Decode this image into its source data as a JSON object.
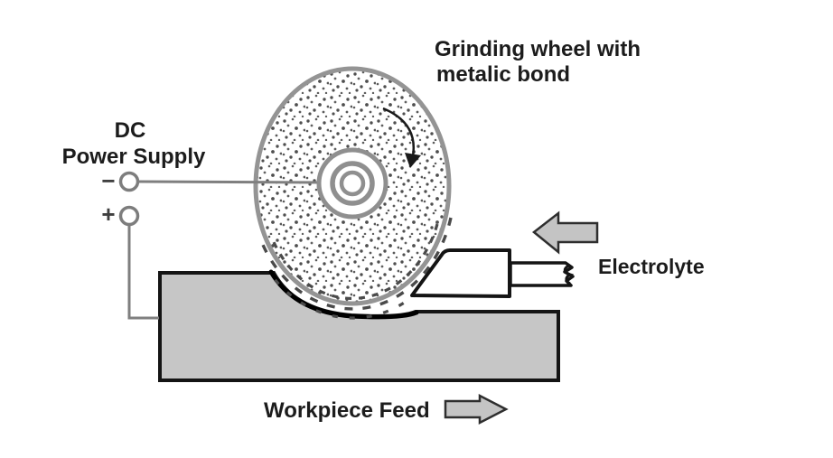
{
  "diagram": {
    "labels": {
      "wheel_line1": "Grinding wheel with",
      "wheel_line2": "metalic bond",
      "dc": "DC",
      "power_supply": "Power Supply",
      "minus_terminal": "−",
      "plus_terminal": "+",
      "electrolyte": "Electrolyte",
      "workpiece_feed": "Workpiece Feed"
    },
    "colors": {
      "background": "#ffffff",
      "workpiece_fill": "#c6c6c6",
      "block_arrow_fill": "#c4c4c4",
      "wheel_rim": "#949494",
      "hub_ring": "#8f8f8f",
      "wire": "#7f7f7f",
      "outline": "#141414",
      "text": "#1c1c1c",
      "stipple_dot": "#4f4f4f",
      "debris_dash": "#4a4a4a"
    }
  }
}
